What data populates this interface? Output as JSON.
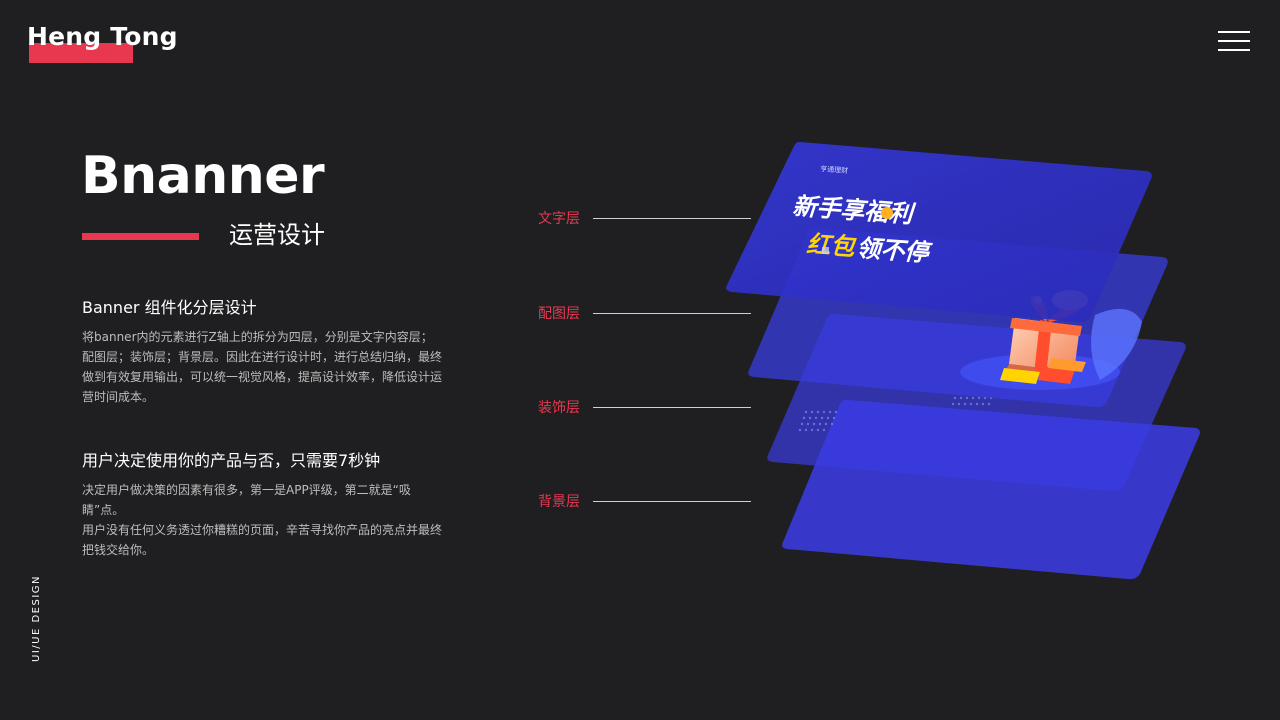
{
  "brand": {
    "name": "Heng Tong"
  },
  "hero": {
    "title": "Bnanner",
    "subtitle": "运营设计"
  },
  "sections": [
    {
      "title": "Banner 组件化分层设计",
      "paragraphs": [
        "将banner内的元素进行Z轴上的拆分为四层，分别是文字内容层；配图层；装饰层；背景层。因此在进行设计时，进行总结归纳，最终做到有效复用输出，可以统一视觉风格，提高设计效率，降低设计运营时间成本。"
      ]
    },
    {
      "title": "用户决定使用你的产品与否，只需要7秒钟",
      "paragraphs": [
        "决定用户做决策的因素有很多，第一是APP评级，第二就是“吸睛”点。",
        "用户没有任何义务透过你糟糕的页面，辛苦寻找你产品的亮点并最终把钱交给你。"
      ]
    }
  ],
  "side_label": "UI/UE DESIGN",
  "layers": [
    {
      "label": "文字层"
    },
    {
      "label": "配图层"
    },
    {
      "label": "装饰层"
    },
    {
      "label": "背景层"
    }
  ],
  "banner": {
    "brand_small": "亨通理财",
    "headline_1": "新手享福利",
    "headline_2a": "红包",
    "headline_2b": "领不停"
  },
  "colors": {
    "accent": "#e8384f",
    "background": "#1f1f21",
    "layer_blue": "#3a3ee0",
    "headline_yellow": "#ffd400"
  },
  "icons": {
    "menu": "hamburger-menu-icon",
    "gift": "gift-box-icon"
  }
}
